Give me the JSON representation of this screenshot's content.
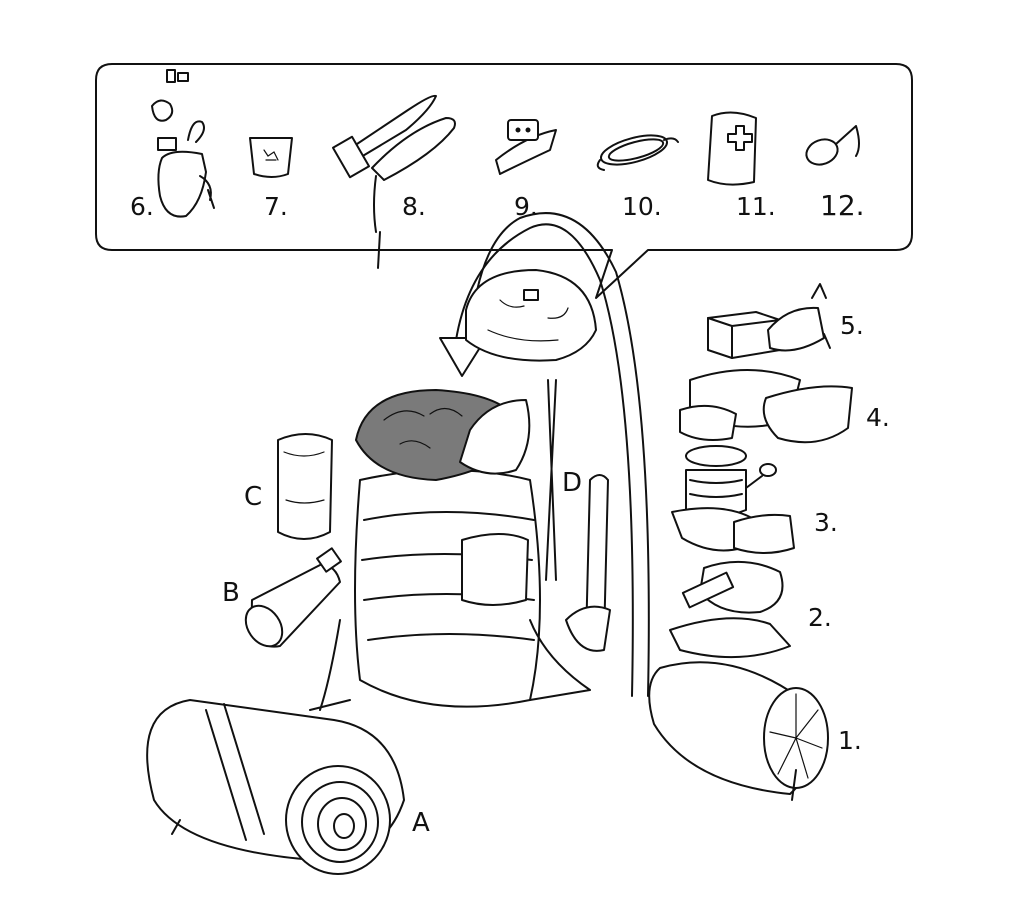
{
  "callout_items": [
    {
      "number": "6.",
      "icon": "small-items-pouch-icon"
    },
    {
      "number": "7.",
      "icon": "small-bag-icon"
    },
    {
      "number": "8.",
      "icon": "knife-icon"
    },
    {
      "number": "9.",
      "icon": "headlamp-icon"
    },
    {
      "number": "10.",
      "icon": "rope-icon"
    },
    {
      "number": "11.",
      "icon": "first-aid-kit-icon"
    },
    {
      "number": "12.",
      "icon": "spoon-icon"
    }
  ],
  "side_items": [
    {
      "number": "1.",
      "icon": "sleeping-bag-icon"
    },
    {
      "number": "2.",
      "icon": "clothing-and-flashlight-icon"
    },
    {
      "number": "3.",
      "icon": "cooking-set-icon"
    },
    {
      "number": "4.",
      "icon": "clothing-stack-icon"
    },
    {
      "number": "5.",
      "icon": "food-box-icon"
    }
  ],
  "outside_items": [
    {
      "letter": "A",
      "icon": "sleeping-mat-icon"
    },
    {
      "letter": "B",
      "icon": "water-bottle-icon"
    },
    {
      "letter": "C",
      "icon": "stuff-sack-icon"
    },
    {
      "letter": "D",
      "icon": "axe-icon"
    }
  ],
  "colors": {
    "ink": "#111111",
    "shade": "#7a7a7a",
    "paper": "#ffffff"
  }
}
